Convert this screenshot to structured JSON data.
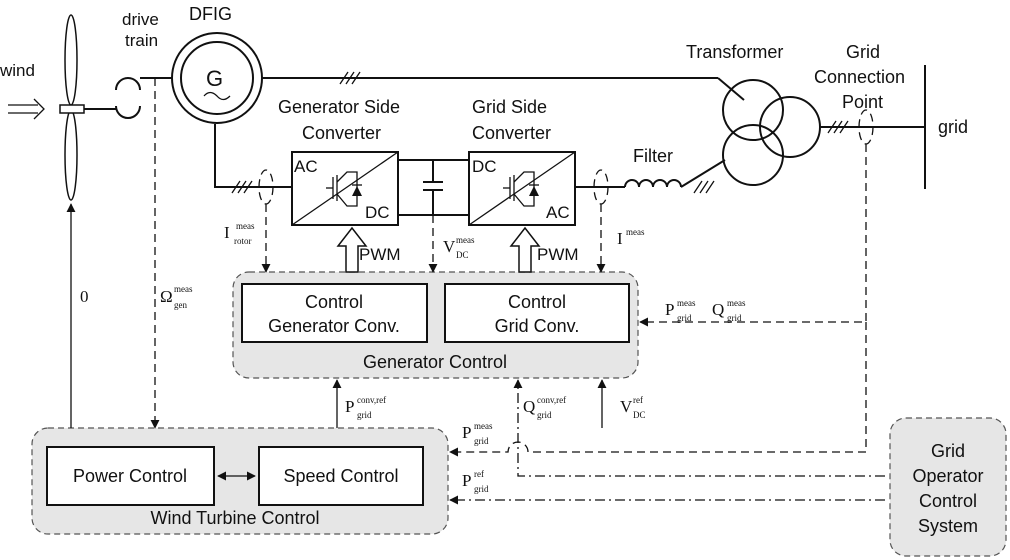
{
  "labels": {
    "wind": "wind",
    "drive_train_1": "drive",
    "drive_train_2": "train",
    "dfig": "DFIG",
    "generator_symbol": "G",
    "gen_side_conv_1": "Generator Side",
    "gen_side_conv_2": "Converter",
    "grid_side_conv_1": "Grid Side",
    "grid_side_conv_2": "Converter",
    "transformer": "Transformer",
    "grid_conn_1": "Grid",
    "grid_conn_2": "Connection",
    "grid_conn_3": "Point",
    "grid": "grid",
    "filter": "Filter",
    "ac_left": "AC",
    "dc_left": "DC",
    "dc_right": "DC",
    "ac_right": "AC",
    "pwm_left": "PWM",
    "pwm_right": "PWM",
    "ctrl_gen_conv_1": "Control",
    "ctrl_gen_conv_2": "Generator Conv.",
    "ctrl_grid_conv_1": "Control",
    "ctrl_grid_conv_2": "Grid Conv.",
    "generator_control": "Generator Control",
    "power_control": "Power Control",
    "speed_control": "Speed Control",
    "wind_turbine_control": "Wind Turbine Control",
    "grid_operator_1": "Grid",
    "grid_operator_2": "Operator",
    "grid_operator_3": "Control",
    "grid_operator_4": "System",
    "zero": "0"
  },
  "signals": {
    "i_rotor": {
      "base": "I",
      "sup": "meas",
      "sub": "rotor"
    },
    "v_dc_meas": {
      "base": "V",
      "sup": "meas",
      "sub": "DC"
    },
    "i_meas": {
      "base": "I",
      "sup": "meas",
      "sub": ""
    },
    "omega_gen": {
      "base": "Ω",
      "sup": "meas",
      "sub": "gen"
    },
    "p_grid_meas_top": {
      "base": "P",
      "sup": "meas",
      "sub": "grid"
    },
    "q_grid_meas_top": {
      "base": "Q",
      "sup": "meas",
      "sub": "grid"
    },
    "p_grid_conv_ref": {
      "base": "P",
      "sup": "conv,ref",
      "sub": "grid"
    },
    "q_grid_conv_ref": {
      "base": "Q",
      "sup": "conv,ref",
      "sub": "grid"
    },
    "v_dc_ref": {
      "base": "V",
      "sup": "ref",
      "sub": "DC"
    },
    "p_grid_meas_low": {
      "base": "P",
      "sup": "meas",
      "sub": "grid"
    },
    "p_grid_ref": {
      "base": "P",
      "sup": "ref",
      "sub": "grid"
    }
  }
}
